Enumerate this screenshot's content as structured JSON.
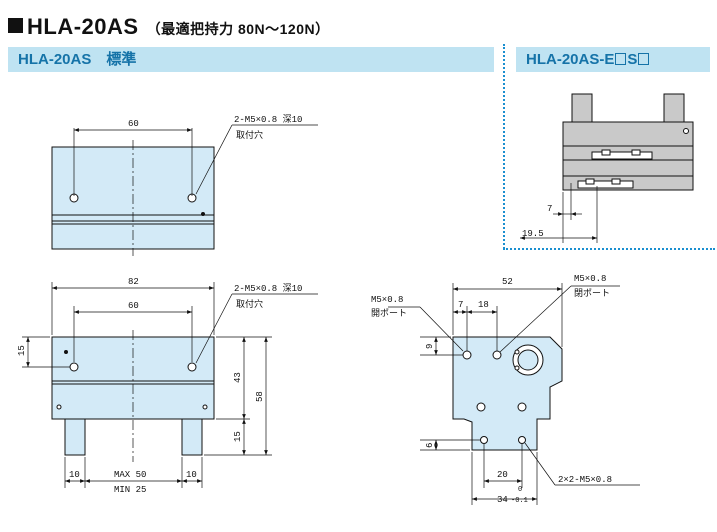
{
  "header": {
    "model": "HLA-20AS",
    "subtitle": "（最適把持力 80N〜120N）"
  },
  "sections": {
    "standard_title": "HLA-20AS　標準",
    "option_title_prefix": "HLA-20AS-E",
    "option_title_mid": "S"
  },
  "top_view": {
    "dim_60": "60",
    "hole_note_1": "2-M5×0.8 深10",
    "hole_note_2": "取付穴"
  },
  "front_view": {
    "dim_82": "82",
    "dim_60": "60",
    "hole_note_1": "2-M5×0.8 深10",
    "hole_note_2": "取付穴",
    "dim_15_left": "15",
    "dim_43": "43",
    "dim_58": "58",
    "dim_15_bottom": "15",
    "dim_10_left": "10",
    "dim_10_right": "10",
    "stroke_max": "MAX 50",
    "stroke_min": "MIN 25"
  },
  "side_view": {
    "dim_52": "52",
    "dim_7": "7",
    "dim_18": "18",
    "port_left_1": "M5×0.8",
    "port_left_2": "開ポート",
    "port_right_1": "M5×0.8",
    "port_right_2": "閉ポート",
    "dim_9": "9",
    "dim_6": "6",
    "dim_20": "20",
    "dim_34": "34",
    "tol_upper": "0",
    "tol_lower": "-0.1",
    "bottom_holes": "2×2-M5×0.8"
  },
  "option_view": {
    "dim_7": "7",
    "dim_19_5": "19.5"
  },
  "colors": {
    "body_fill": "#d3eaf7",
    "option_fill": "#c9c9c9",
    "title_accent": "#1573a8",
    "section_bar": "#bfe3f2",
    "divider": "#1a8fd0"
  }
}
